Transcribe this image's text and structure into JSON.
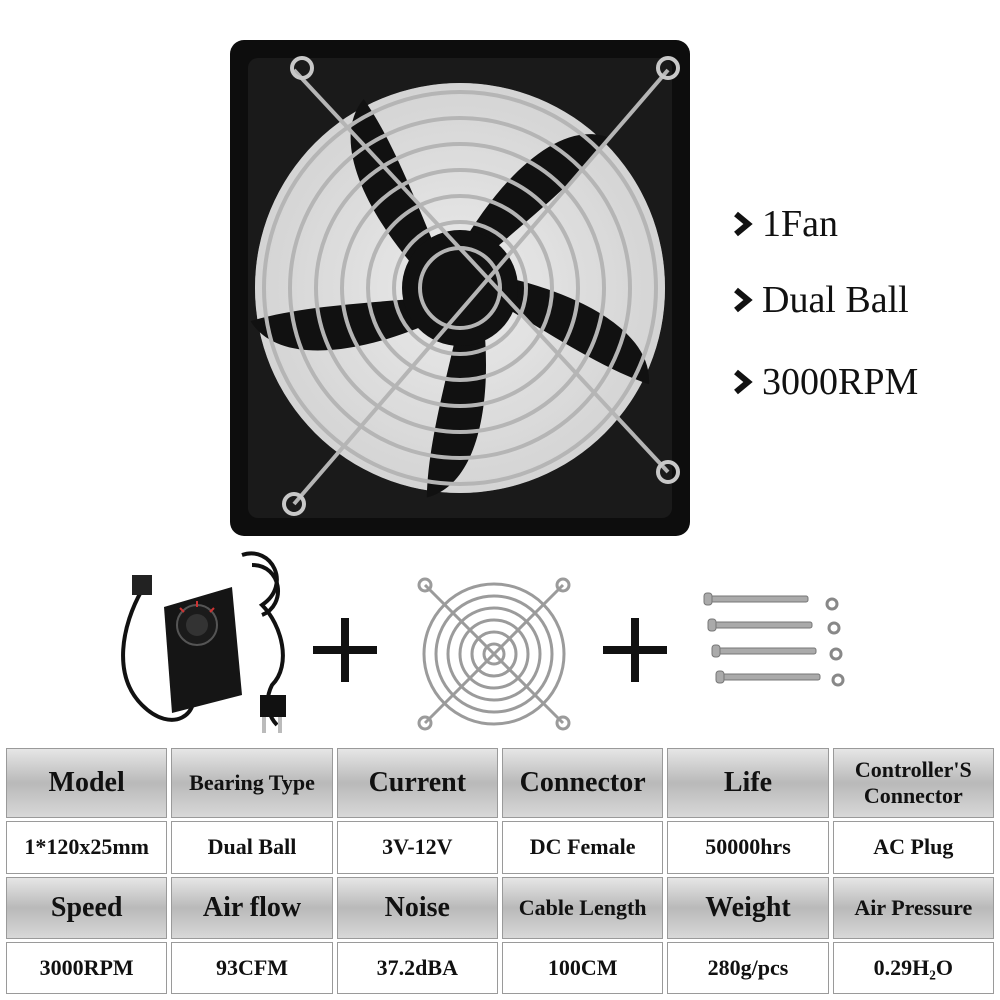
{
  "features": [
    "1Fan",
    "Dual Ball",
    "3000RPM"
  ],
  "specs": {
    "row1_headers": [
      "Model",
      "Bearing Type",
      "Current",
      "Connector",
      "Life",
      "Controller'S Connector"
    ],
    "row1_values": [
      "1*120x25mm",
      "Dual Ball",
      "3V-12V",
      "DC Female",
      "50000hrs",
      "AC Plug"
    ],
    "row2_headers": [
      "Speed",
      "Air flow",
      "Noise",
      "Cable Length",
      "Weight",
      "Air Pressure"
    ],
    "row2_values": [
      "3000RPM",
      "93CFM",
      "37.2dBA",
      "100CM",
      "280g/pcs",
      "0.29H₂O"
    ]
  },
  "icons": [
    "fan-icon",
    "power-adapter-icon",
    "fan-grill-icon",
    "screws-icon",
    "plus-icon",
    "chevron-right-icon"
  ]
}
